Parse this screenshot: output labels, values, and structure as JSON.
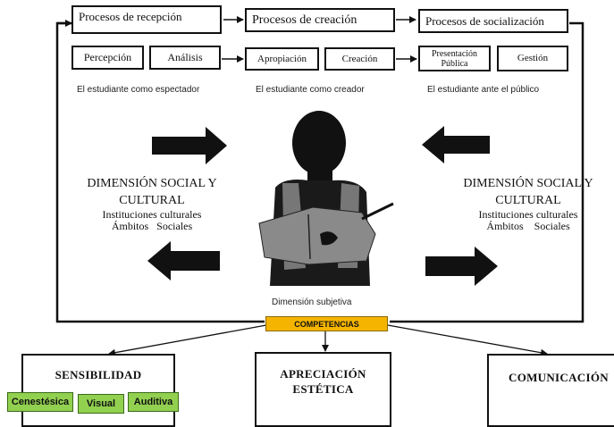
{
  "processes": {
    "reception": "Procesos de recepción",
    "creation": "Procesos de creación",
    "socialization": "Procesos de socialización"
  },
  "subprocesses": {
    "perception": "Percepción",
    "analysis": "Análisis",
    "appropriation": "Apropiación",
    "creation": "Creación",
    "public_presentation_line1": "Presentación",
    "public_presentation_line2": "Pública",
    "management": "Gestión"
  },
  "roles": {
    "spectator": "El estudiante como espectador",
    "creator": "El estudiante como creador",
    "public": "El estudiante ante el público"
  },
  "dimension_left": {
    "line1": "DIMENSIÓN SOCIAL Y",
    "line2": "CULTURAL",
    "line3": "Instituciones culturales",
    "line4": "Ámbitos   Sociales"
  },
  "dimension_right": {
    "line1": "DIMENSIÓN SOCIAL Y",
    "line2": "CULTURAL",
    "line3": "Instituciones culturales",
    "line4": "Ámbitos    Sociales"
  },
  "subjective": "Dimensión subjetiva",
  "competencies_label": "COMPETENCIAS",
  "competencies": {
    "sensitivity": "SENSIBILIDAD",
    "appreciation_line1": "APRECIACIÓN",
    "appreciation_line2": "ESTÉTICA",
    "communication": "COMUNICACIÓN"
  },
  "sensitivity_tags": [
    "Cenestésica",
    "Visual",
    "Auditiva"
  ],
  "colors": {
    "competencias": "#f5b400",
    "tags": "#92d050"
  }
}
